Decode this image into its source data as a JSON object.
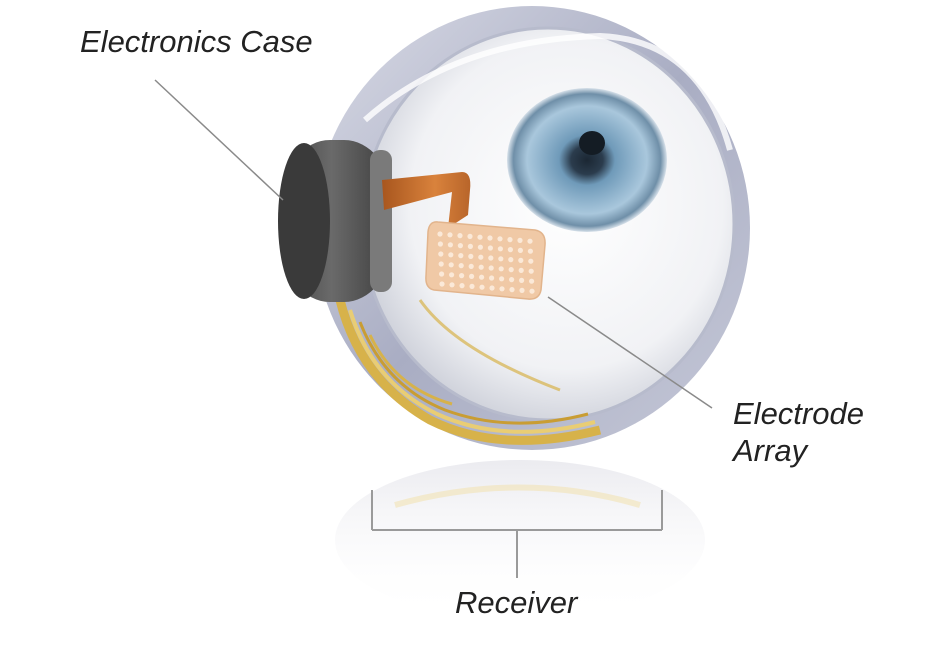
{
  "labels": {
    "electronics_case": "Electronics Case",
    "electrode_array_line1": "Electrode",
    "electrode_array_line2": "Array",
    "receiver": "Receiver"
  },
  "colors": {
    "background": "#ffffff",
    "leader_line": "#8a8a8a",
    "label_text": "#222222",
    "case_gray": "#5b5b5b",
    "ribbon_copper": "#c8702e",
    "electrode_pad": "#f0c9a6",
    "coil_gold": "#d7b24a",
    "iris_blue": "#7fa8c8"
  }
}
